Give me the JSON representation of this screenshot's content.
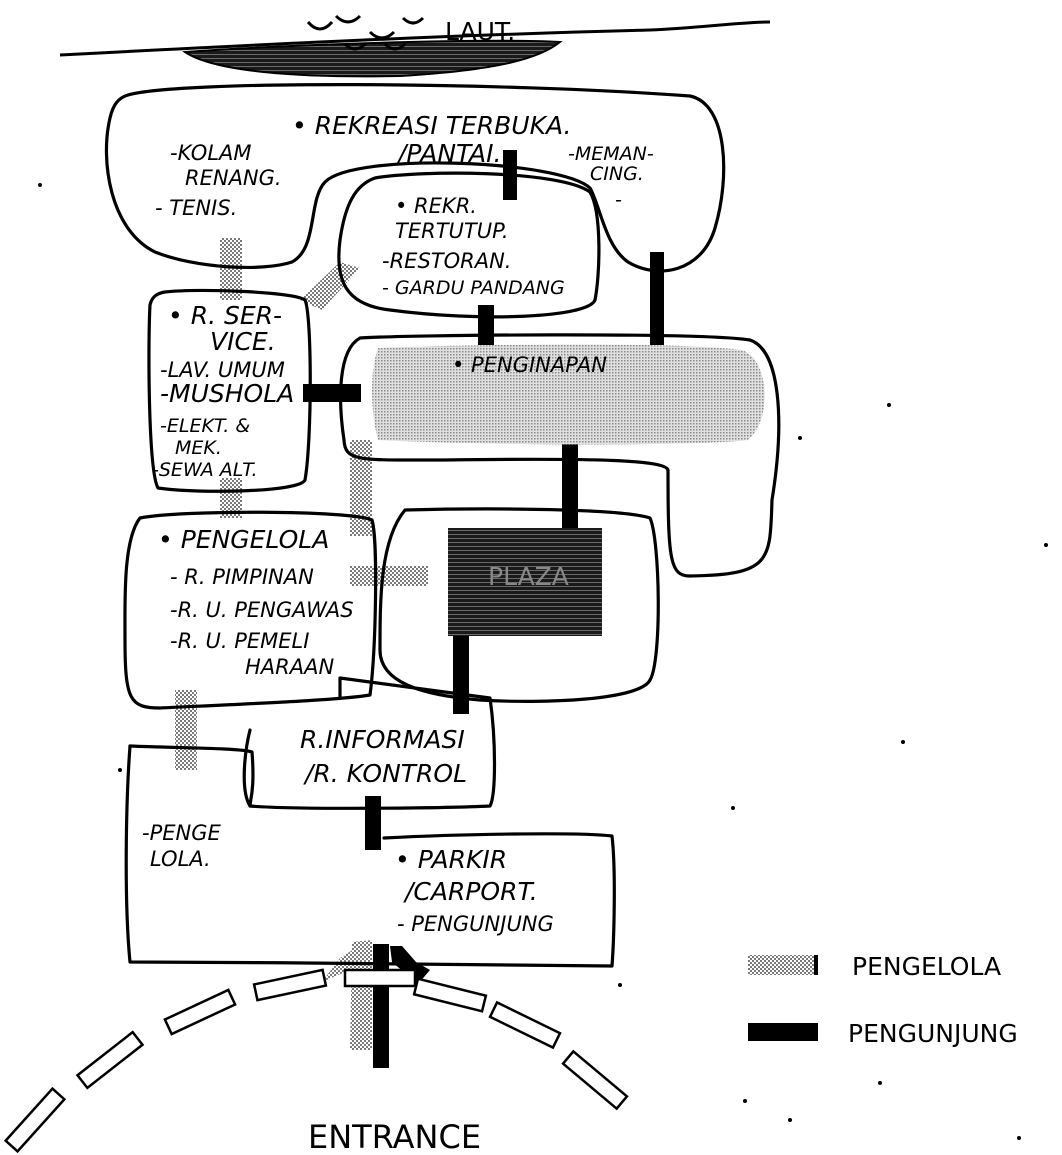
{
  "sea": {
    "label": "LAUT."
  },
  "zones": {
    "rekreasi_terbuka": {
      "title": "• REKREASI TERBUKA.",
      "items": [
        "/PANTAI.",
        "-KOLAM",
        "RENANG.",
        "- TENIS.",
        "-MEMAN-",
        "CING.",
        "-"
      ]
    },
    "rekreasi_tertutup": {
      "title": "• REKR.",
      "title2": "TERTUTUP.",
      "items": [
        "-RESTORAN.",
        "- GARDU PANDANG"
      ]
    },
    "service": {
      "title": "• R. SER-",
      "title2": "VICE.",
      "items": [
        "-LAV. UMUM",
        "-MUSHOLA",
        "-ELEKT. &",
        "MEK.",
        "-SEWA ALT."
      ]
    },
    "penginapan": {
      "title": "• PENGINAPAN"
    },
    "pengelola": {
      "title": "• PENGELOLA",
      "items": [
        "- R. PIMPINAN",
        "-R. U. PENGAWAS",
        "-R. U. PEMELI",
        "HARAAN"
      ]
    },
    "plaza": {
      "title": "PLAZA"
    },
    "informasi": {
      "line1": "R.INFORMASI",
      "line2": "/R. KONTROL"
    },
    "parkir": {
      "title": "• PARKIR",
      "title2": "/CARPORT.",
      "item": "- PENGUNJUNG",
      "pengelola1": "-PENGE",
      "pengelola2": "LOLA."
    }
  },
  "entrance": {
    "label": "ENTRANCE"
  },
  "legend": [
    {
      "key": "pengelola",
      "label": "PENGELOLA",
      "pattern": "stipple"
    },
    {
      "key": "pengunjung",
      "label": "PENGUNJUNG",
      "pattern": "solid"
    }
  ],
  "colors": {
    "ink": "#000000",
    "paper": "#ffffff",
    "stipple_fill": "#8a8a8a"
  }
}
